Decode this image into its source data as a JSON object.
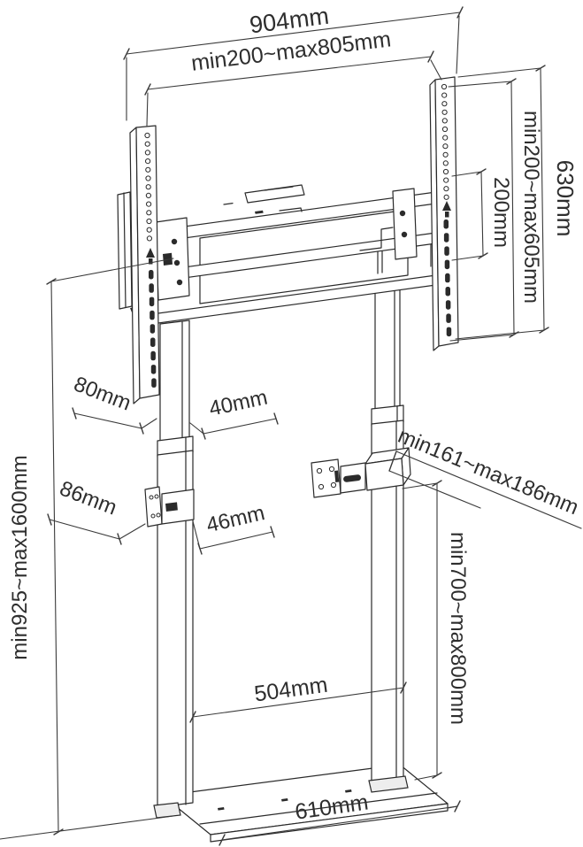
{
  "diagram_type": "tv-floor-stand-dimension-drawing",
  "colors": {
    "line": "#2a2a2a",
    "dimension": "#3a3a3a",
    "background": "#ffffff"
  },
  "icons": {
    "left_rail_marker": "up-arrow-icon",
    "right_rail_marker": "up-arrow-icon"
  },
  "labels": {
    "overall_width": "904mm",
    "vesa_width_range": "min200~max805mm",
    "rail_height": "630mm",
    "vesa_height_range": "min200~max605mm",
    "vesa_pitch": "200mm",
    "upper_column_depth": "80mm",
    "upper_column_width": "40mm",
    "lower_column_depth": "86mm",
    "lower_column_width": "46mm",
    "wall_distance_range": "min161~max186mm",
    "overall_height_range": "min925~max1600mm",
    "bracket_floor_range": "min700~max800mm",
    "column_spacing": "504mm",
    "base_width": "610mm"
  }
}
